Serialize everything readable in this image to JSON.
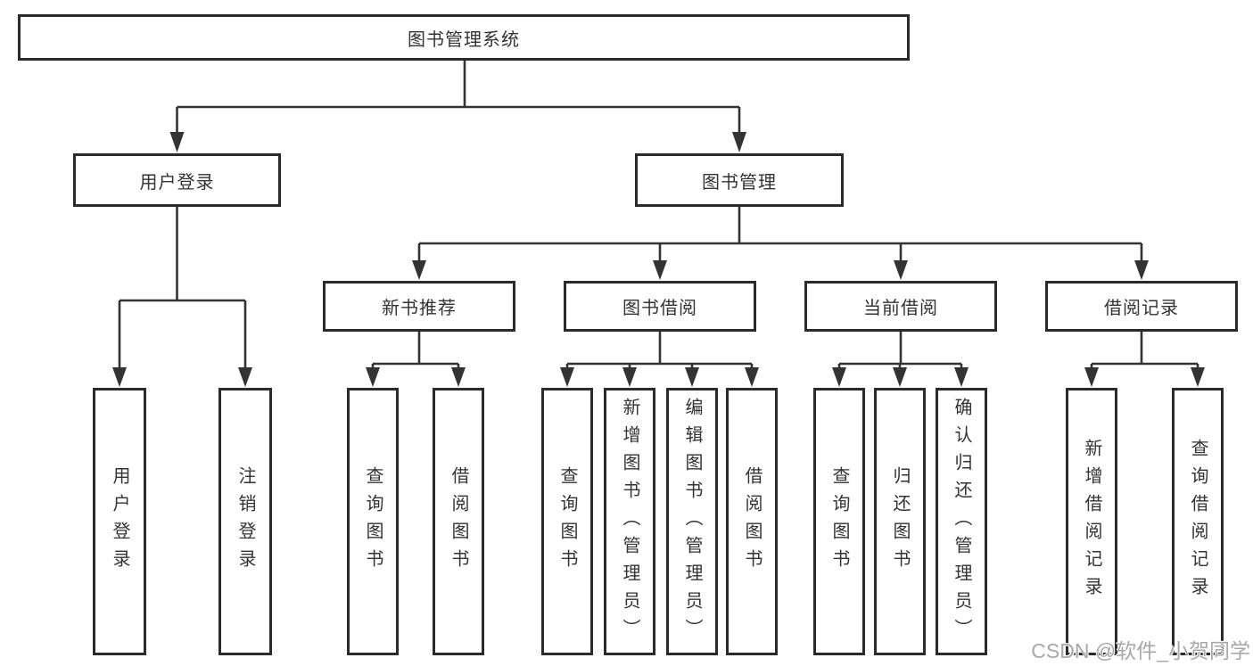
{
  "diagram": {
    "root": {
      "label": "图书管理系统"
    },
    "branches": [
      {
        "label": "用户登录",
        "children": [
          {
            "label": "用户登录"
          },
          {
            "label": "注销登录"
          }
        ]
      },
      {
        "label": "图书管理",
        "children": [
          {
            "label": "新书推荐",
            "children": [
              {
                "label": "查询图书"
              },
              {
                "label": "借阅图书"
              }
            ]
          },
          {
            "label": "图书借阅",
            "children": [
              {
                "label": "查询图书"
              },
              {
                "label": "新增图书（管理员）"
              },
              {
                "label": "编辑图书（管理员）"
              },
              {
                "label": "借阅图书"
              }
            ]
          },
          {
            "label": "当前借阅",
            "children": [
              {
                "label": "查询图书"
              },
              {
                "label": "归还图书"
              },
              {
                "label": "确认归还（管理员）"
              }
            ]
          },
          {
            "label": "借阅记录",
            "children": [
              {
                "label": "新增借阅记录"
              },
              {
                "label": "查询借阅记录"
              }
            ]
          }
        ]
      }
    ]
  },
  "watermark": {
    "text": "CSDN @软件_小贺同学"
  },
  "colors": {
    "line": "#333333",
    "box_border": "#2b2b2b",
    "text": "#333333",
    "watermark": "#a8a8a8",
    "background": "#ffffff"
  }
}
